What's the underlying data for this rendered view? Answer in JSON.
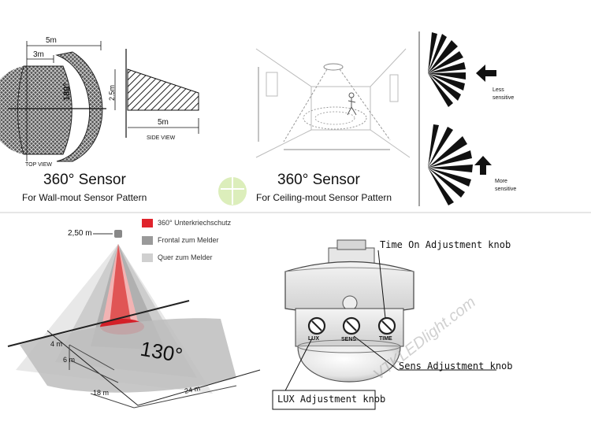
{
  "wall": {
    "title": "360° Sensor",
    "subtitle": "For Wall-mout Sensor Pattern",
    "top_view": "TOP VIEW",
    "side_view": "SIDE VIEW",
    "dim_5m": "5m",
    "dim_3m": "3m",
    "dim_side_5m": "5m",
    "dim_25m": "2.5m",
    "angle": "180°"
  },
  "ceiling": {
    "title": "360° Sensor",
    "subtitle": "For Ceiling-mout Sensor Pattern",
    "less_sensitive": "Less\nsensitive",
    "more_sensitive": "More\nsensitive"
  },
  "coverage": {
    "height": "2,50 m",
    "legend": [
      {
        "label": "360° Unterkriechschutz",
        "color": "#e0242c"
      },
      {
        "label": "Frontal zum Melder",
        "color": "#9a9a9a"
      },
      {
        "label": "Quer zum Melder",
        "color": "#d0d0d0"
      }
    ],
    "angle": "130°",
    "d4": "4 m",
    "d6": "6 m",
    "d18": "18 m",
    "d24": "24 m"
  },
  "device": {
    "time_callout": "Time On Adjustment knob",
    "sens_callout": "Sens Adjustment knob",
    "lux_callout": "LUX Adjustment knob",
    "knob_lux": "LUX",
    "knob_sens": "SENS",
    "knob_time": "TIME"
  },
  "watermark": "VTKLEDlight.com"
}
